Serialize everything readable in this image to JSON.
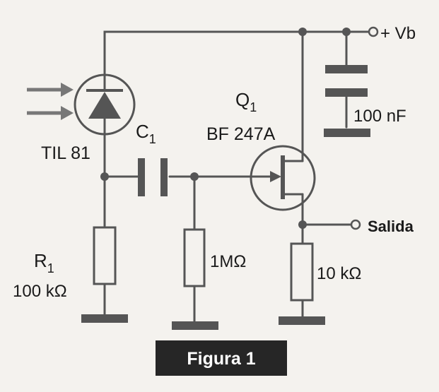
{
  "components": {
    "supply": "+ Vb",
    "bypass_capacitor": "100 nF",
    "transistor_name": "Q",
    "transistor_subscript": "1",
    "transistor_model": "BF 247A",
    "photodiode": "TIL 81",
    "coupling_capacitor_name": "C",
    "coupling_capacitor_subscript": "1",
    "r1_name": "R",
    "r1_subscript": "1",
    "r1_value": "100 kΩ",
    "gate_resistor": "1MΩ",
    "source_resistor": "10 kΩ",
    "output": "Salida"
  },
  "caption": "Figura 1",
  "colors": {
    "background": "#f4f2ee",
    "wire": "#555555",
    "caption_background": "#262626",
    "caption_text": "#ffffff"
  }
}
